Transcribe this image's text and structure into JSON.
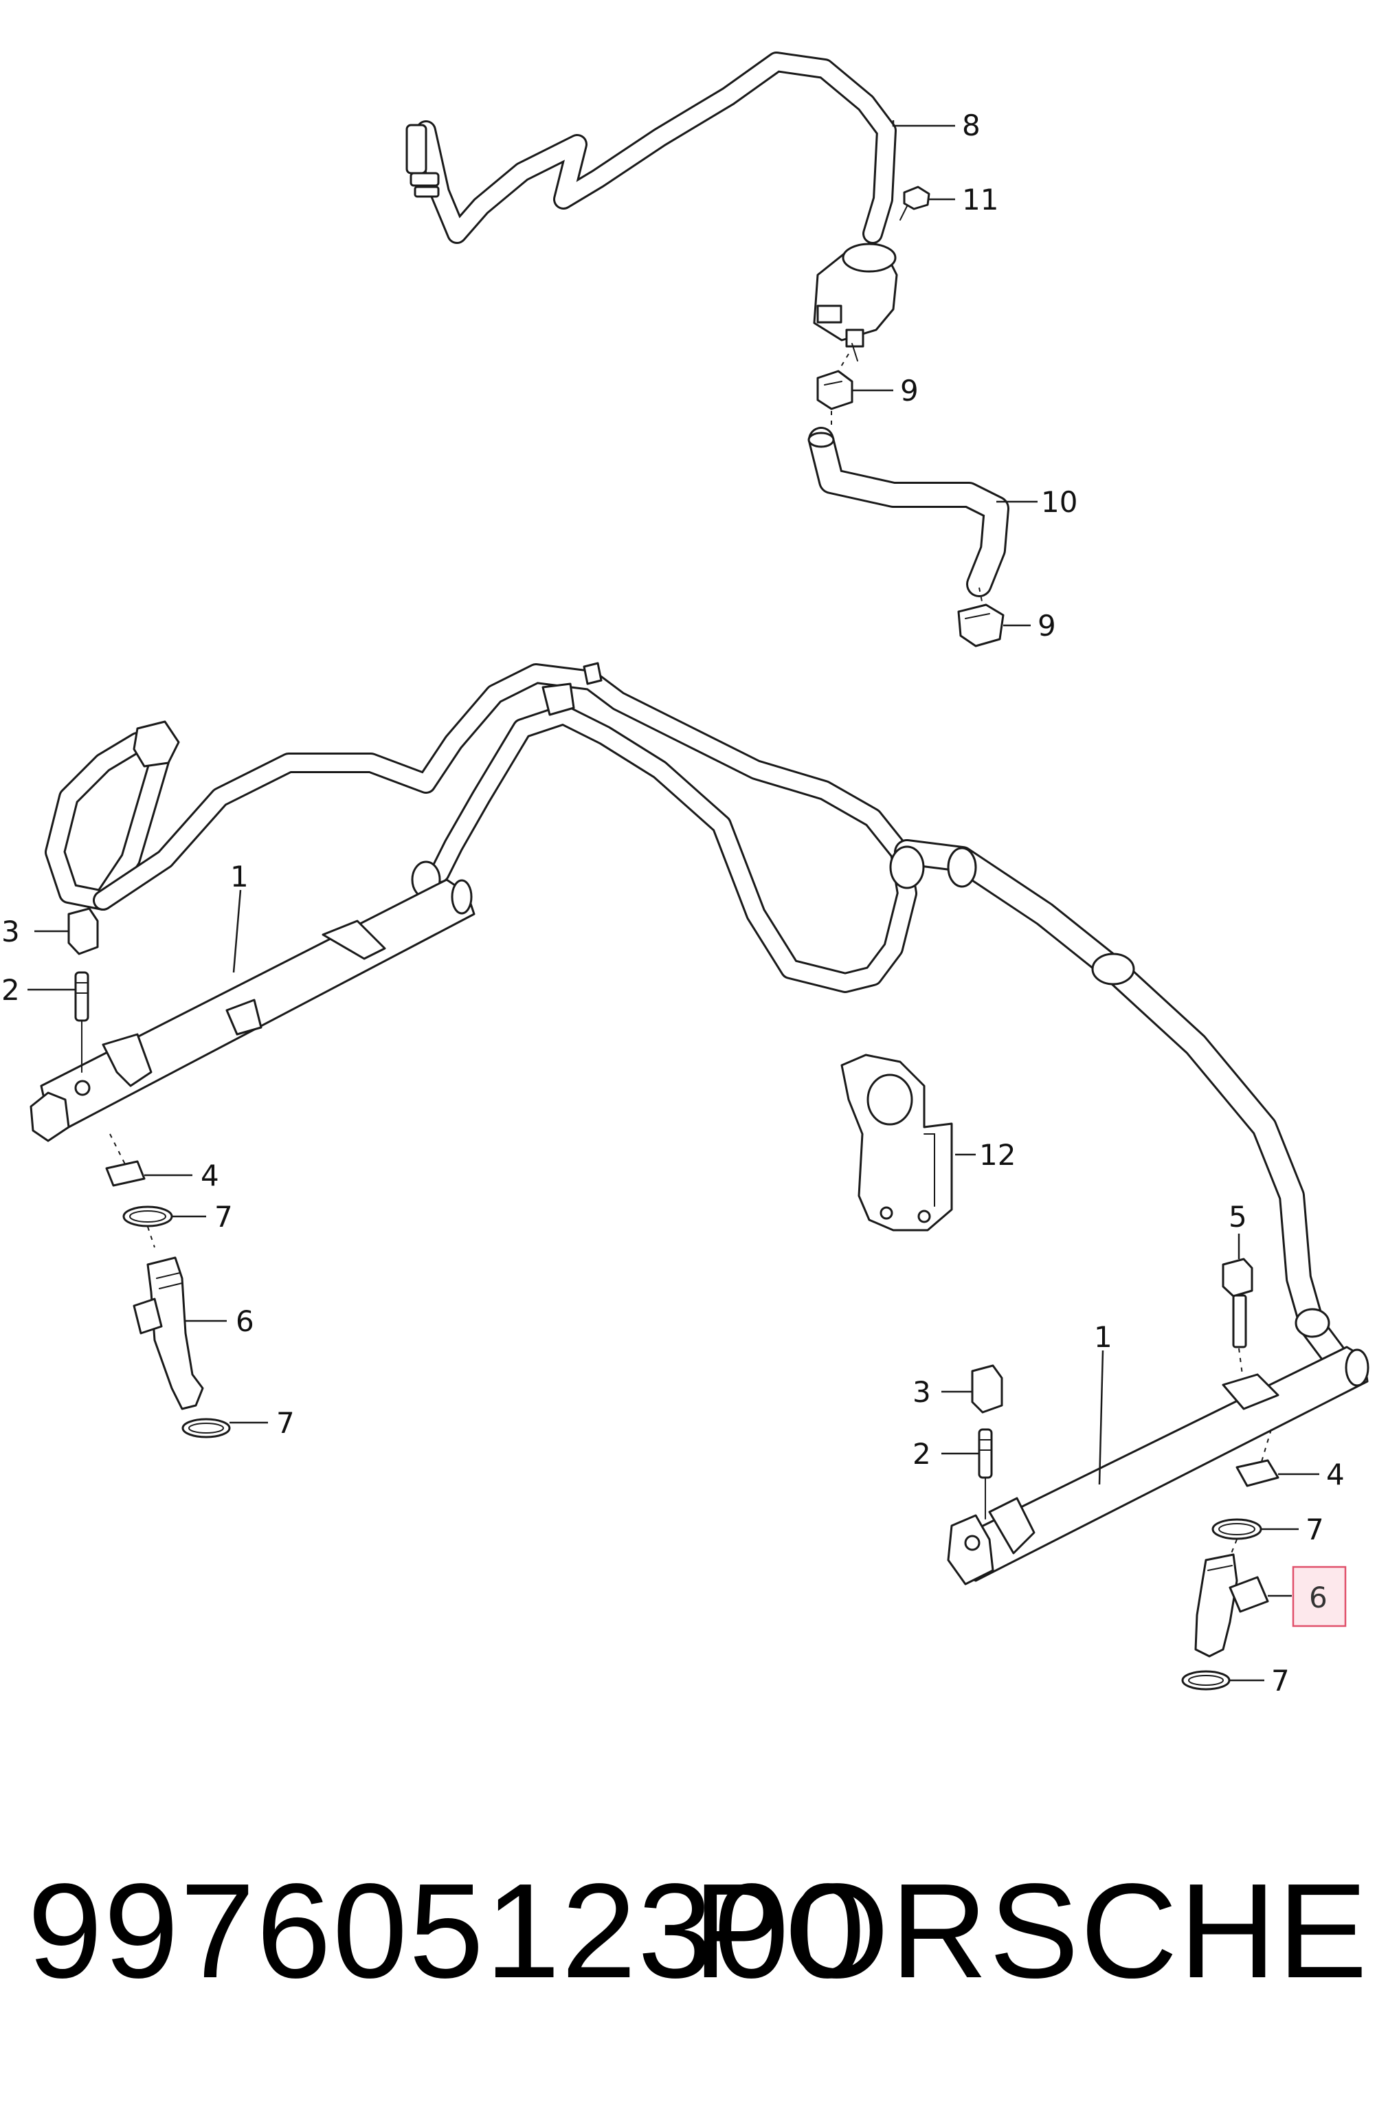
{
  "diagram": {
    "callouts": {
      "c8": "8",
      "c11": "11",
      "c9a": "9",
      "c10": "10",
      "c9b": "9",
      "c1_left": "1",
      "c3_left": "3",
      "c2_left": "2",
      "c4_left": "4",
      "c7_left_a": "7",
      "c6_left": "6",
      "c7_left_b": "7",
      "c12": "12",
      "c5": "5",
      "c1_right": "1",
      "c3_right": "3",
      "c2_right": "2",
      "c4_right": "4",
      "c7_right_a": "7",
      "c6_right": "6",
      "c7_right_b": "7"
    },
    "highlighted_callout": "6",
    "highlight_color": "#e0506a"
  },
  "footer": {
    "part_number": "99760512300",
    "brand": "PORSCHE"
  }
}
